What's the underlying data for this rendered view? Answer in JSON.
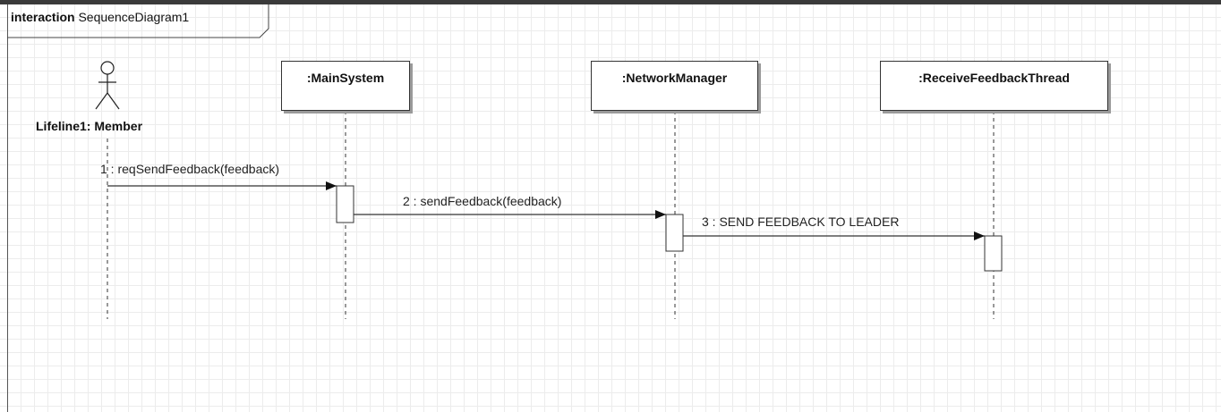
{
  "frame": {
    "keyword": "interaction",
    "name": "SequenceDiagram1"
  },
  "actor": {
    "name": "Lifeline1: Member"
  },
  "lifelines": [
    {
      "name": ":MainSystem"
    },
    {
      "name": ":NetworkManager"
    },
    {
      "name": ":ReceiveFeedbackThread"
    }
  ],
  "messages": [
    {
      "label": "1 : reqSendFeedback(feedback)"
    },
    {
      "label": "2 : sendFeedback(feedback)"
    },
    {
      "label": "3 : SEND FEEDBACK TO LEADER"
    }
  ]
}
